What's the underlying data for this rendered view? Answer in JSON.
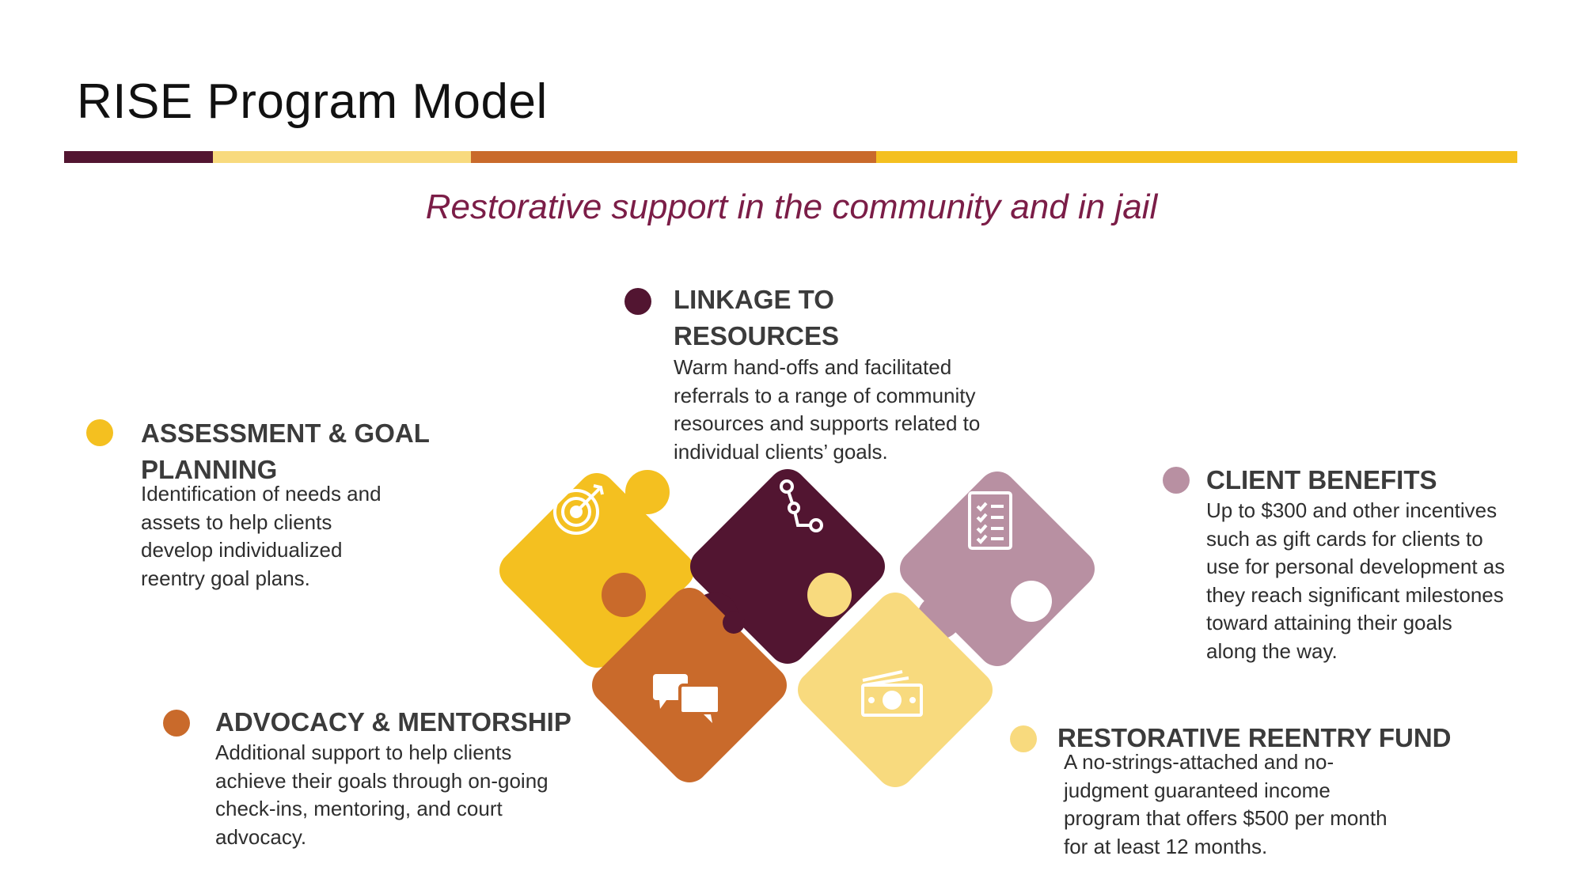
{
  "title": "RISE Program Model",
  "subtitle": "Restorative support in the community and in jail",
  "colors": {
    "plum": "#521531",
    "light_yellow": "#f8da7e",
    "orange": "#c96a2b",
    "gold": "#f4c020",
    "mauve": "#b890a2",
    "subtitle": "#7b1d47"
  },
  "sections": {
    "linkage": {
      "heading": "LINKAGE TO RESOURCES",
      "lines": [
        "Warm hand-offs and facilitated",
        "referrals to a range of community",
        "resources and supports related to",
        "individual clients’ goals."
      ]
    },
    "assessment": {
      "heading_line1": "ASSESSMENT & GOAL",
      "heading_line2": "PLANNING",
      "lines": [
        "Identification of needs and",
        "assets to help clients",
        "develop individualized",
        "reentry goal plans."
      ]
    },
    "client_benefits": {
      "heading": "CLIENT BENEFITS",
      "lines": [
        "Up to $300 and other incentives",
        "such as gift cards for clients to",
        "use for personal development as",
        "they reach significant milestones",
        "toward attaining their goals",
        "along the way."
      ]
    },
    "advocacy": {
      "heading": "ADVOCACY & MENTORSHIP",
      "lines": [
        "Additional support to help clients",
        "achieve their goals through on-going",
        "check-ins, mentoring, and court",
        "advocacy."
      ]
    },
    "reentry_fund": {
      "heading": "RESTORATIVE REENTRY FUND",
      "lines": [
        "A no-strings-attached and no-",
        "judgment guaranteed income",
        "program that offers $500 per month",
        "for at least 12 months."
      ]
    }
  },
  "puzzle_icons": [
    "target-icon",
    "path-icon",
    "checklist-icon",
    "chat-bubbles-icon",
    "money-icon"
  ]
}
